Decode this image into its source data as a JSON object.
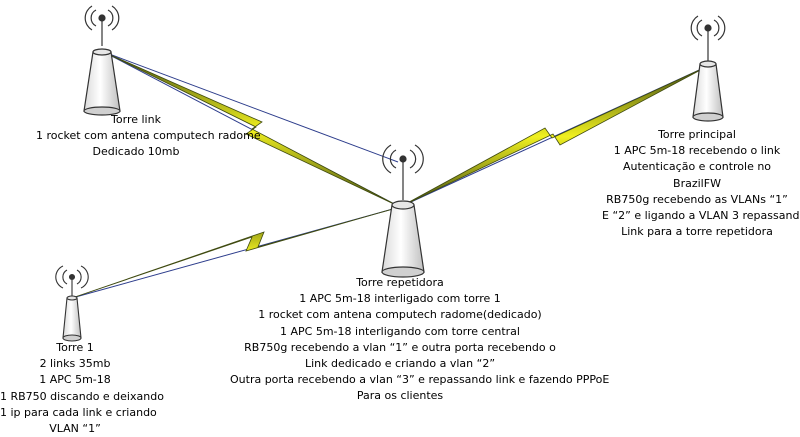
{
  "towers": {
    "link": {
      "lines": [
        "Torre link",
        "1 rocket com antena computech radome",
        "Dedicado 10mb"
      ]
    },
    "principal": {
      "lines": [
        "Torre principal",
        "1 APC 5m-18 recebendo o link",
        "Autenticação e controle no",
        "BrazilFW",
        "RB750g recebendo as VLANs “1”",
        "E “2” e ligando a VLAN 3 repassando",
        "Link para a torre repetidora"
      ]
    },
    "repetidora": {
      "lines": [
        "Torre repetidora",
        "1 APC 5m-18 interligado com torre 1",
        "1 rocket com antena computech radome(dedicado)",
        "1 APC 5m-18 interligando com torre central",
        "RB750g recebendo a vlan “1” e outra porta recebendo o",
        "Link dedicado e criando a vlan “2”",
        "Outra porta recebendo a vlan “3” e repassando link e fazendo PPPoE",
        "Para os clientes"
      ]
    },
    "torre1": {
      "lines": [
        "Torre 1",
        "2 links 35mb",
        "1 APC 5m-18",
        "1 RB750 discando e deixando",
        "1 ip para cada link e criando",
        "VLAN “1”"
      ]
    }
  },
  "colors": {
    "bolt_fill": "#f5f51e",
    "bolt_dark": "#3f4a10",
    "link_line": "#2d3d8c",
    "tower_stroke": "#333333"
  }
}
